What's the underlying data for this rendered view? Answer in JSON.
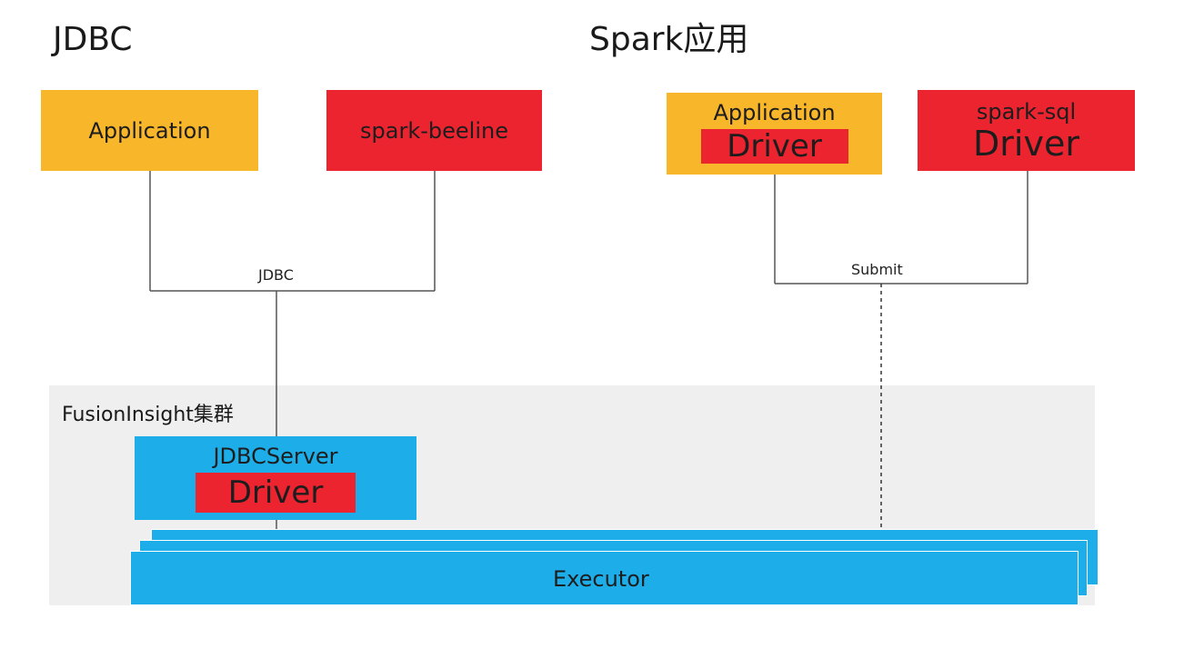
{
  "sections": {
    "left_title": "JDBC",
    "right_title": "Spark应用"
  },
  "boxes": {
    "application_left": "Application",
    "spark_beeline": "spark-beeline",
    "application_right": "Application",
    "application_right_driver": "Driver",
    "spark_sql": "spark-sql",
    "spark_sql_driver": "Driver"
  },
  "connections": {
    "jdbc_label": "JDBC",
    "submit_label": "Submit"
  },
  "cluster": {
    "label": "FusionInsight集群",
    "jdbc_server": "JDBCServer",
    "jdbc_server_driver": "Driver",
    "executor": "Executor"
  },
  "colors": {
    "yellow": "#f8b62a",
    "red": "#ec2430",
    "blue": "#1daee9",
    "cluster_bg": "#efefef"
  }
}
